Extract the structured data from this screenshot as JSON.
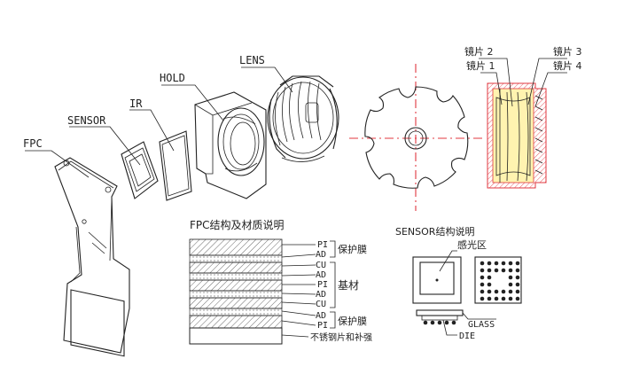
{
  "labels": {
    "fpc": "FPC",
    "sensor": "SENSOR",
    "ir": "IR",
    "hold": "HOLD",
    "lens": "LENS"
  },
  "lens_labels": {
    "lens2": "镜片 2",
    "lens3": "镜片 3",
    "lens1": "镜片 1",
    "lens4": "镜片 4"
  },
  "fpc_structure": {
    "title": "FPC结构及材质说明",
    "layers": [
      "PI",
      "AD",
      "CU",
      "AD",
      "PI",
      "AD",
      "CU",
      "AD",
      "PI"
    ],
    "group_protect_top": "保护膜",
    "group_base": "基材",
    "group_protect_bottom": "保护膜",
    "bottom_label": "不锈钢片和补强"
  },
  "sensor_structure": {
    "title": "SENSOR结构说明",
    "sensing_area": "感光区",
    "glass": "GLASS",
    "die": "DIE"
  },
  "colors": {
    "accent_red": "#e0373f",
    "lens_fill": "#fff3b0",
    "lens_body": "#f7a8b3"
  }
}
